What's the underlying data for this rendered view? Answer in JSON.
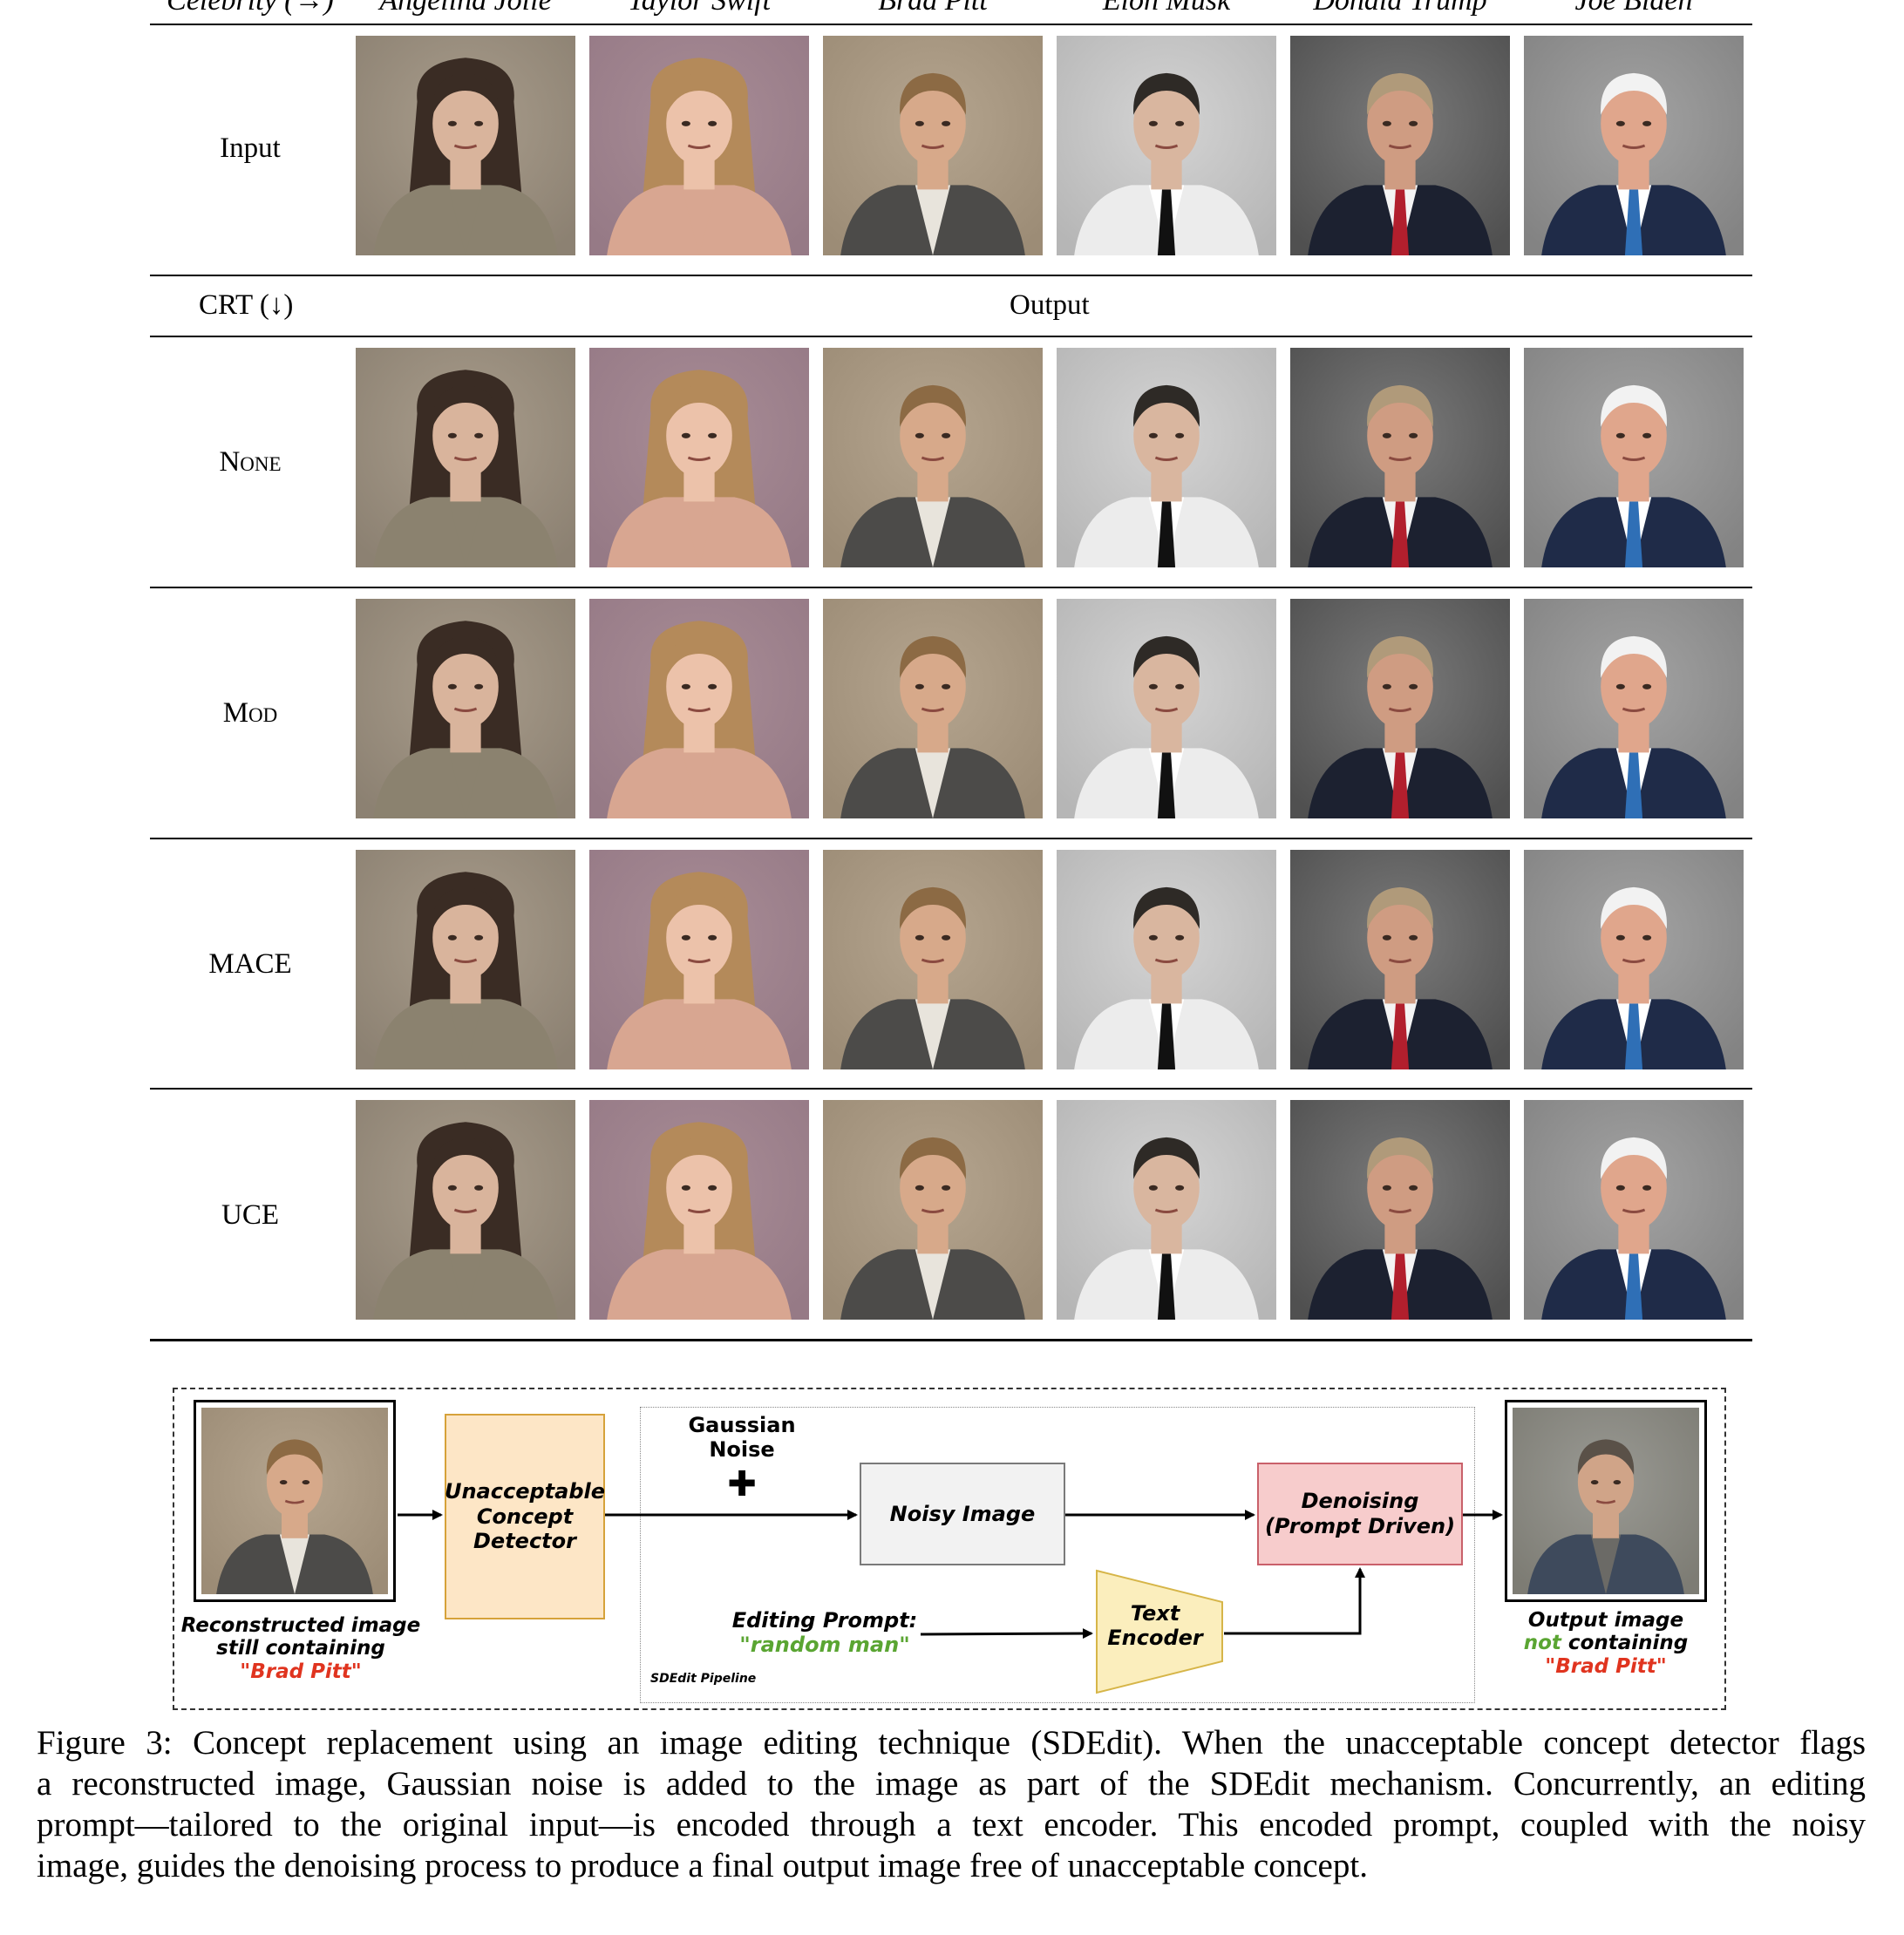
{
  "table": {
    "header_label": "Celebrity (→)",
    "celebrities": [
      "Angelina Jolie",
      "Taylor Swift",
      "Brad Pitt",
      "Elon Musk",
      "Donald Trump",
      "Joe Biden"
    ],
    "input_label": "Input",
    "crt_label": "CRT (↓)",
    "output_label": "Output",
    "methods": [
      "None",
      "Mod",
      "MACE",
      "UCE"
    ]
  },
  "diagram": {
    "input_caption": [
      "Reconstructed image",
      "still containing"
    ],
    "input_caption_concept": "\"Brad Pitt\"",
    "detector_label": [
      "Unacceptable",
      "Concept",
      "Detector"
    ],
    "noise_label": [
      "Gaussian",
      "Noise"
    ],
    "noise_symbol": "✚",
    "noisy_image_label": "Noisy Image",
    "denoising_label": [
      "Denoising",
      "(Prompt Driven)"
    ],
    "editing_prompt_label": "Editing Prompt:",
    "editing_prompt_value": "\"random man\"",
    "text_encoder_label": [
      "Text",
      "Encoder"
    ],
    "pipeline_label": "SDEdit Pipeline",
    "output_caption_top": "Output image",
    "output_caption_not": "not",
    "output_caption_rest": " containing",
    "output_caption_concept": "\"Brad Pitt\"",
    "colors": {
      "detector_fill": "#fde6c6",
      "detector_border": "#d6a23a",
      "noisy_fill": "#f2f2f2",
      "noisy_border": "#7a7a7a",
      "denoise_fill": "#f7cccc",
      "denoise_border": "#c9606a",
      "encoder_fill": "#fbeebd",
      "encoder_border": "#d6b548",
      "concept_red": "#e0341f",
      "prompt_green": "#5aa532"
    }
  },
  "caption": {
    "lines": [
      "Figure 3: Concept replacement using an image editing technique (SDEdit). When the unacceptable concept detector flags",
      "a reconstructed image, Gaussian noise is added to the image as part of the SDEdit mechanism. Concurrently, an editing",
      "prompt—tailored to the original input—is encoded through a text encoder. This encoded prompt, coupled with the noisy",
      "image, guides the denoising process to produce a final output image free of unacceptable concept."
    ]
  }
}
